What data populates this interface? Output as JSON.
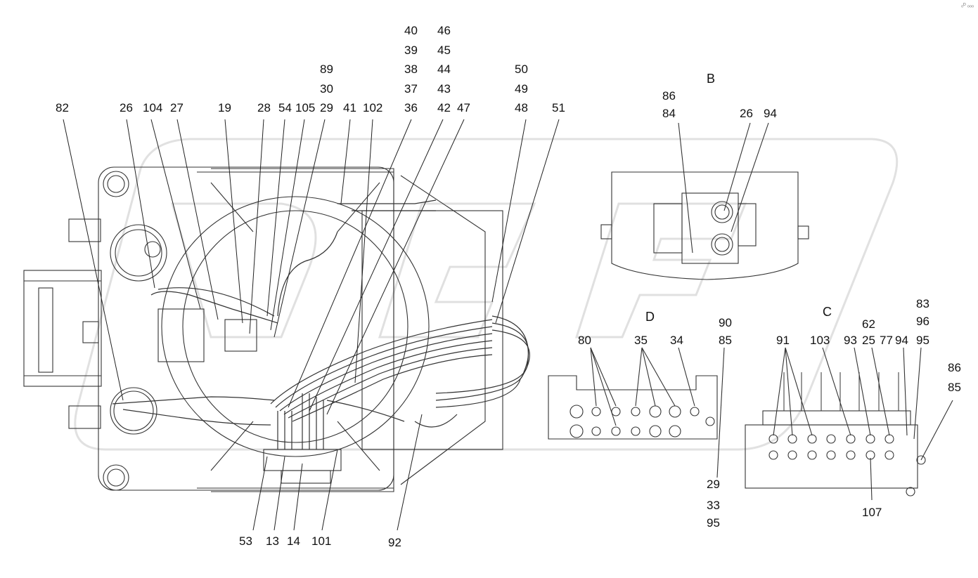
{
  "corner_mark": "ₒᴰ ₒₒₒ",
  "view_letters": {
    "b": "B",
    "c": "C",
    "d": "D"
  },
  "callouts_top": [
    "82",
    "26",
    "104",
    "27",
    "19",
    "28",
    "54",
    "105",
    "29",
    "41",
    "102",
    "36",
    "42",
    "47",
    "51",
    "89",
    "30",
    "40",
    "39",
    "38",
    "37",
    "46",
    "45",
    "44",
    "43",
    "50",
    "49",
    "48"
  ],
  "callouts_bottom": [
    "53",
    "13",
    "14",
    "101",
    "92"
  ],
  "view_b_callouts": [
    "86",
    "84",
    "26",
    "94"
  ],
  "view_d_callouts": [
    "80",
    "35",
    "34",
    "90",
    "85",
    "29",
    "33",
    "95"
  ],
  "view_c_callouts": [
    "91",
    "103",
    "62",
    "25",
    "93",
    "77",
    "94",
    "83",
    "96",
    "95",
    "86",
    "85",
    "107"
  ]
}
